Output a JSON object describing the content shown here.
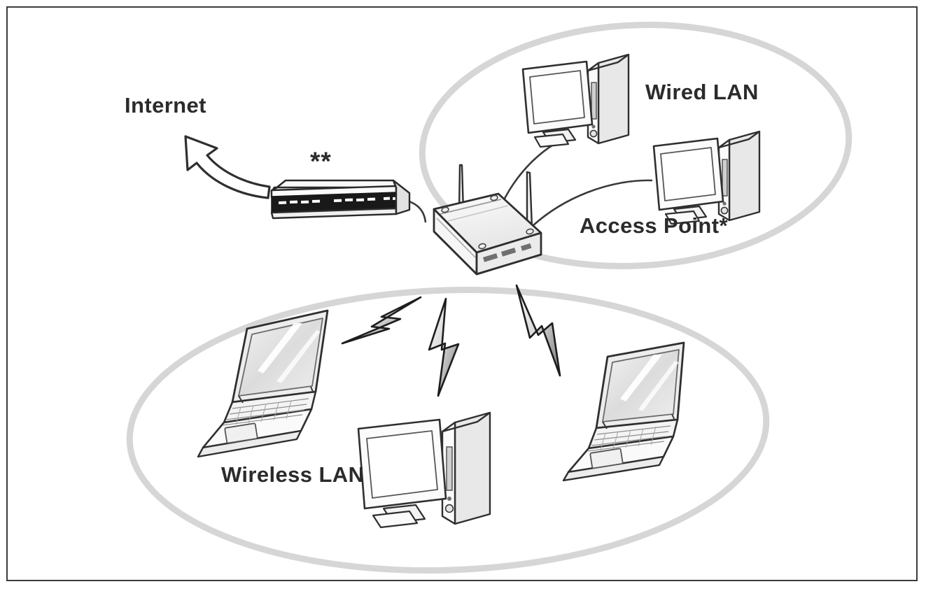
{
  "diagram": {
    "title": "Wireless LAN and Wired LAN connected through an Access Point",
    "type": "network-topology",
    "background_color": "#ffffff",
    "frame_color": "#3c3c3c",
    "ellipse_stroke_color": "#d6d6d6",
    "line_color": "#3a3a3a",
    "device_fill": "#f4f4f4"
  },
  "labels": {
    "internet": "Internet",
    "wired_lan": "Wired LAN",
    "access_point": "Access Point*",
    "wireless_lan": "Wireless LAN",
    "modem_marker": "**"
  },
  "groups": [
    {
      "id": "wired-lan-group",
      "label": "Wired LAN",
      "shape": "ellipse",
      "members": [
        "desktop-wired-1",
        "desktop-wired-2"
      ]
    },
    {
      "id": "wireless-lan-group",
      "label": "Wireless LAN",
      "shape": "ellipse",
      "members": [
        "laptop-left",
        "desktop-wireless",
        "laptop-right"
      ]
    }
  ],
  "nodes": [
    {
      "id": "internet",
      "label": "Internet",
      "kind": "cloud-destination"
    },
    {
      "id": "modem",
      "label": "**",
      "kind": "modem"
    },
    {
      "id": "access-point",
      "label": "Access Point*",
      "kind": "wireless-access-point",
      "antennas": 2
    },
    {
      "id": "desktop-wired-1",
      "label": "",
      "kind": "desktop-computer"
    },
    {
      "id": "desktop-wired-2",
      "label": "",
      "kind": "desktop-computer"
    },
    {
      "id": "laptop-left",
      "label": "",
      "kind": "laptop-computer"
    },
    {
      "id": "desktop-wireless",
      "label": "",
      "kind": "desktop-computer"
    },
    {
      "id": "laptop-right",
      "label": "",
      "kind": "laptop-computer"
    }
  ],
  "links": [
    {
      "from": "modem",
      "to": "internet",
      "kind": "arrow"
    },
    {
      "from": "modem",
      "to": "access-point",
      "kind": "cable"
    },
    {
      "from": "access-point",
      "to": "desktop-wired-1",
      "kind": "cable"
    },
    {
      "from": "access-point",
      "to": "desktop-wired-2",
      "kind": "cable"
    },
    {
      "from": "access-point",
      "to": "laptop-left",
      "kind": "wireless"
    },
    {
      "from": "access-point",
      "to": "desktop-wireless",
      "kind": "wireless"
    },
    {
      "from": "access-point",
      "to": "laptop-right",
      "kind": "wireless"
    }
  ]
}
